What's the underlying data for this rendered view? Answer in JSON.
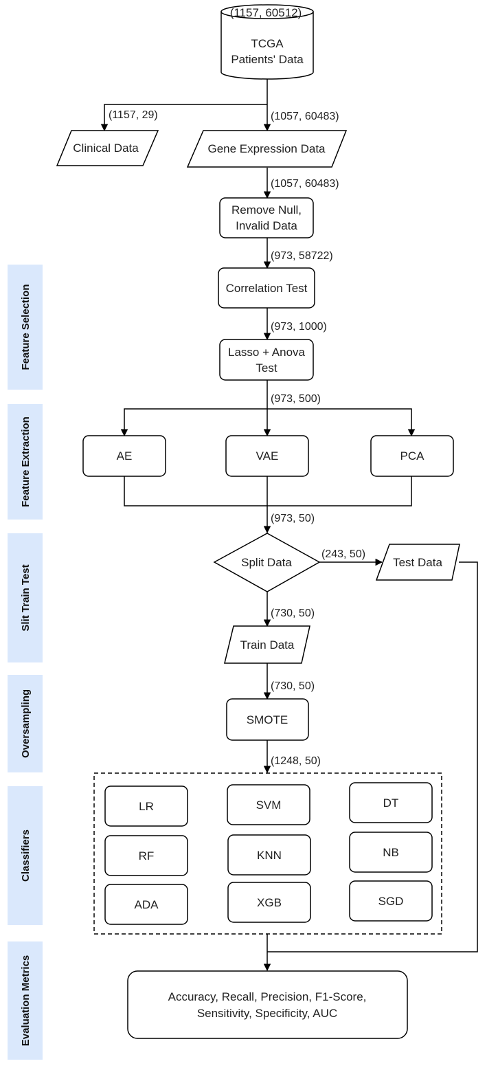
{
  "stages": [
    "Feature Selection",
    "Feature Extraction",
    "Slit Train Test",
    "Oversampling",
    "Classifiers",
    "Evaluation Metrics"
  ],
  "colors": {
    "stage_band": "#dae8fc",
    "stroke": "#000000",
    "text": "#222222"
  },
  "nodes": {
    "tcga": {
      "lines": [
        "TCGA",
        "Patients' Data"
      ],
      "dims": "(1157, 60512)"
    },
    "clinical": "Clinical Data",
    "gene_expression": "Gene Expression Data",
    "remove_null": [
      "Remove Null,",
      "Invalid Data"
    ],
    "correlation": "Correlation Test",
    "lasso_anova": [
      "Lasso + Anova",
      "Test"
    ],
    "ae": "AE",
    "vae": "VAE",
    "pca": "PCA",
    "split": "Split Data",
    "test_data": "Test Data",
    "train_data": "Train Data",
    "smote": "SMOTE",
    "classifiers": [
      "LR",
      "SVM",
      "DT",
      "RF",
      "KNN",
      "NB",
      "ADA",
      "XGB",
      "SGD"
    ],
    "metrics": [
      "Accuracy, Recall, Precision, F1-Score,",
      "Sensitivity, Specificity, AUC"
    ]
  },
  "edge_labels": {
    "to_clinical": "(1157, 29)",
    "to_gene": "(1057, 60483)",
    "to_remove_null": "(1057, 60483)",
    "to_correlation": "(973, 58722)",
    "to_lasso": "(973, 1000)",
    "to_extraction": "(973, 500)",
    "to_split": "(973, 50)",
    "to_test": "(243, 50)",
    "to_train": "(730, 50)",
    "to_smote": "(730, 50)",
    "to_classifiers": "(1248, 50)"
  }
}
